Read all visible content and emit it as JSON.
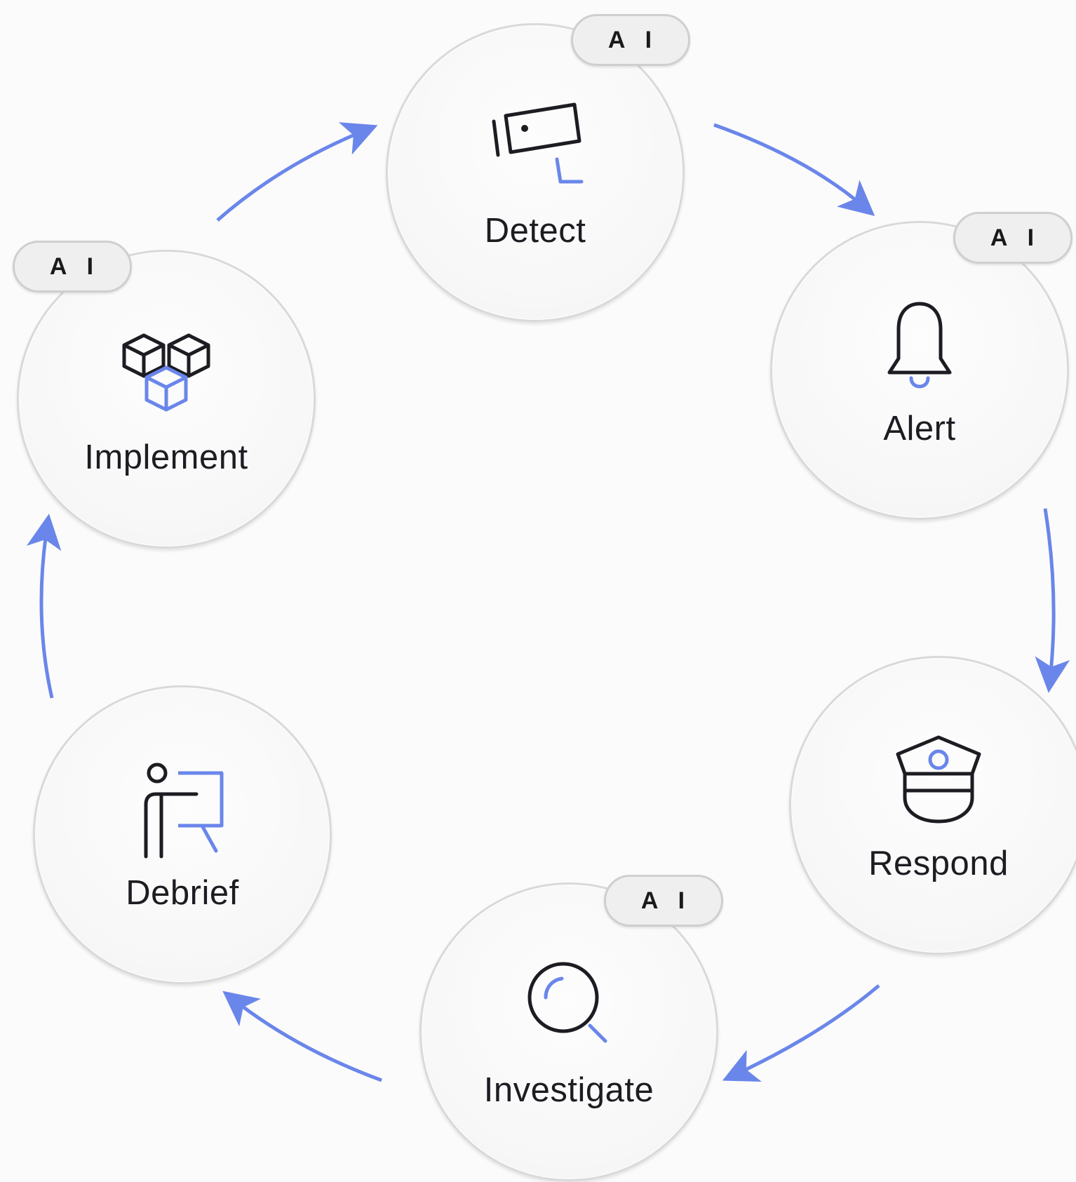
{
  "diagram": {
    "steps": [
      {
        "id": "detect",
        "label": "Detect",
        "icon": "security-camera-icon",
        "ai_badge": "A I"
      },
      {
        "id": "alert",
        "label": "Alert",
        "icon": "bell-icon",
        "ai_badge": "A I"
      },
      {
        "id": "respond",
        "label": "Respond",
        "icon": "officer-icon",
        "ai_badge": ""
      },
      {
        "id": "investigate",
        "label": "Investigate",
        "icon": "magnifier-icon",
        "ai_badge": "A I"
      },
      {
        "id": "debrief",
        "label": "Debrief",
        "icon": "presenter-icon",
        "ai_badge": ""
      },
      {
        "id": "implement",
        "label": "Implement",
        "icon": "cubes-icon",
        "ai_badge": "A I"
      }
    ],
    "flow": [
      "detect",
      "alert",
      "respond",
      "investigate",
      "debrief",
      "implement",
      "detect"
    ]
  },
  "colors": {
    "accent": "#6a86ea",
    "icon_stroke": "#1c1c22",
    "label": "#1c1c22",
    "circle_border": "#d9d9d9",
    "badge_fill": "#efefef",
    "background": "#fbfbfb"
  }
}
